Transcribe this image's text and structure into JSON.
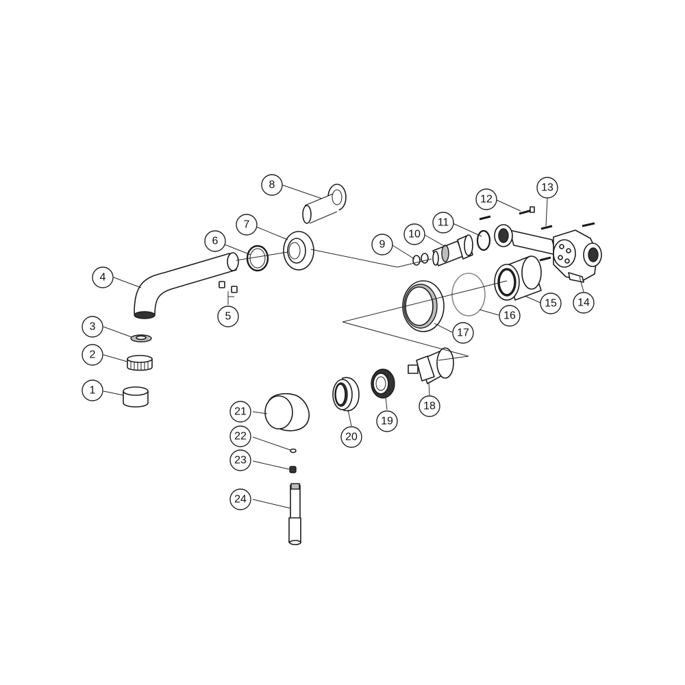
{
  "callouts": [
    {
      "id": "c1",
      "label": "1"
    },
    {
      "id": "c2",
      "label": "2"
    },
    {
      "id": "c3",
      "label": "3"
    },
    {
      "id": "c4",
      "label": "4"
    },
    {
      "id": "c5",
      "label": "5"
    },
    {
      "id": "c6",
      "label": "6"
    },
    {
      "id": "c7",
      "label": "7"
    },
    {
      "id": "c8",
      "label": "8"
    },
    {
      "id": "c9",
      "label": "9"
    },
    {
      "id": "c10",
      "label": "10"
    },
    {
      "id": "c11",
      "label": "11"
    },
    {
      "id": "c12",
      "label": "12"
    },
    {
      "id": "c13",
      "label": "13"
    },
    {
      "id": "c14",
      "label": "14"
    },
    {
      "id": "c15",
      "label": "15"
    },
    {
      "id": "c16",
      "label": "16"
    },
    {
      "id": "c17",
      "label": "17"
    },
    {
      "id": "c18",
      "label": "18"
    },
    {
      "id": "c19",
      "label": "19"
    },
    {
      "id": "c20",
      "label": "20"
    },
    {
      "id": "c21",
      "label": "21"
    },
    {
      "id": "c22",
      "label": "22"
    },
    {
      "id": "c23",
      "label": "23"
    },
    {
      "id": "c24",
      "label": "24"
    }
  ]
}
